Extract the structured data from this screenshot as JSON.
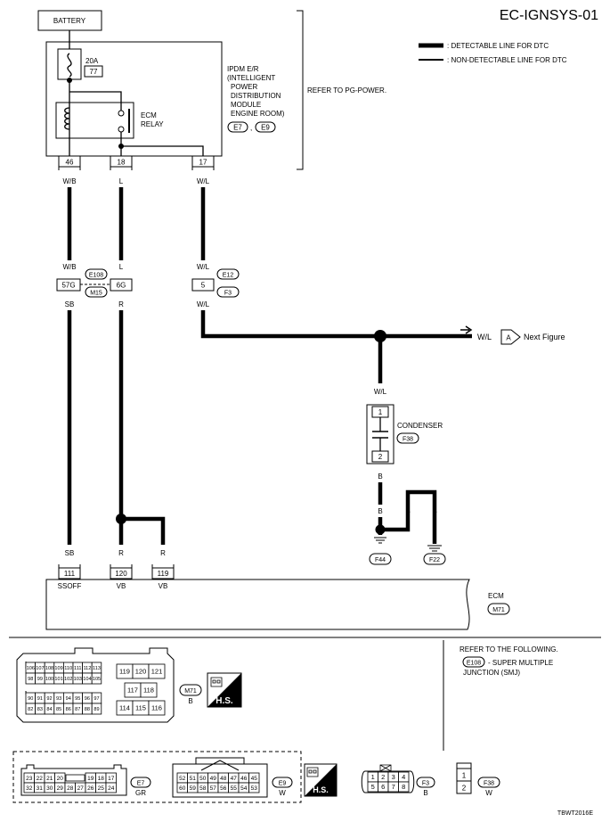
{
  "page_title": "EC-IGNSYS-01",
  "legend": {
    "detectable": ": DETECTABLE LINE FOR DTC",
    "non_detectable": ": NON-DETECTABLE LINE FOR DTC"
  },
  "battery": "BATTERY",
  "fuse": {
    "rating": "20A",
    "number": "77"
  },
  "relay_label": [
    "ECM",
    "RELAY"
  ],
  "ipdm": {
    "lines": [
      "IPDM E/R",
      "(INTELLIGENT",
      "POWER",
      "DISTRIBUTION",
      "MODULE",
      "ENGINE ROOM)"
    ],
    "conn1": "E7",
    "conn2": "E9",
    "sep": ","
  },
  "refer_pg": "REFER TO PG-POWER.",
  "ipdm_pins": {
    "p46": "46",
    "p18": "18",
    "p17": "17"
  },
  "wires": {
    "wb": "W/B",
    "l": "L",
    "wl": "W/L",
    "sb": "SB",
    "r": "R",
    "b": "B"
  },
  "connectors_mid": {
    "pin57g": "57G",
    "pin6g": "6G",
    "e108": "E108",
    "m15": "M15",
    "pin5": "5",
    "e12": "E12",
    "f3": "F3"
  },
  "next_figure": {
    "wire": "W/L",
    "ref": "A",
    "text": "Next Figure"
  },
  "condenser": {
    "label": "CONDENSER",
    "conn": "F38",
    "pin1": "1",
    "pin2": "2"
  },
  "grounds": {
    "f44": "F44",
    "f22": "F22"
  },
  "ecm": {
    "label": "ECM",
    "conn": "M71",
    "pins": [
      {
        "num": "111",
        "name": "SSOFF"
      },
      {
        "num": "120",
        "name": "VB"
      },
      {
        "num": "119",
        "name": "VB"
      }
    ]
  },
  "refer_following": {
    "line1": "REFER TO THE FOLLOWING.",
    "conn": "E108",
    "desc1": "- SUPER MULTIPLE",
    "desc2": "JUNCTION (SMJ)"
  },
  "m71_conn": {
    "name": "M71",
    "color": "B",
    "left_row1": [
      "106",
      "107",
      "108",
      "109",
      "110",
      "111",
      "112",
      "113"
    ],
    "left_row2": [
      "98",
      "99",
      "100",
      "101",
      "102",
      "103",
      "104",
      "105"
    ],
    "left_row3": [
      "90",
      "91",
      "92",
      "93",
      "94",
      "95",
      "96",
      "97"
    ],
    "left_row4": [
      "82",
      "83",
      "84",
      "85",
      "86",
      "87",
      "88",
      "89"
    ],
    "right_row1": [
      "119",
      "120",
      "121"
    ],
    "right_row2": [
      "117",
      "118"
    ],
    "right_row3": [
      "114",
      "115",
      "116"
    ]
  },
  "hs_badge": "H.S.",
  "e7_conn": {
    "name": "E7",
    "color": "GR",
    "row1": [
      "23",
      "22",
      "21",
      "20",
      "",
      "19",
      "18",
      "17"
    ],
    "row2": [
      "32",
      "31",
      "30",
      "29",
      "28",
      "27",
      "26",
      "25",
      "24"
    ]
  },
  "e9_conn": {
    "name": "E9",
    "color": "W",
    "row1": [
      "52",
      "51",
      "50",
      "49",
      "48",
      "47",
      "46",
      "45"
    ],
    "row2": [
      "60",
      "59",
      "58",
      "57",
      "56",
      "55",
      "54",
      "53"
    ]
  },
  "f3_conn": {
    "name": "F3",
    "color": "B",
    "row1": [
      "1",
      "2",
      "3",
      "4"
    ],
    "row2": [
      "5",
      "6",
      "7",
      "8"
    ]
  },
  "f38_conn": {
    "name": "F38",
    "color": "W",
    "p1": "1",
    "p2": "2"
  },
  "footer_code": "TBWT2016E"
}
